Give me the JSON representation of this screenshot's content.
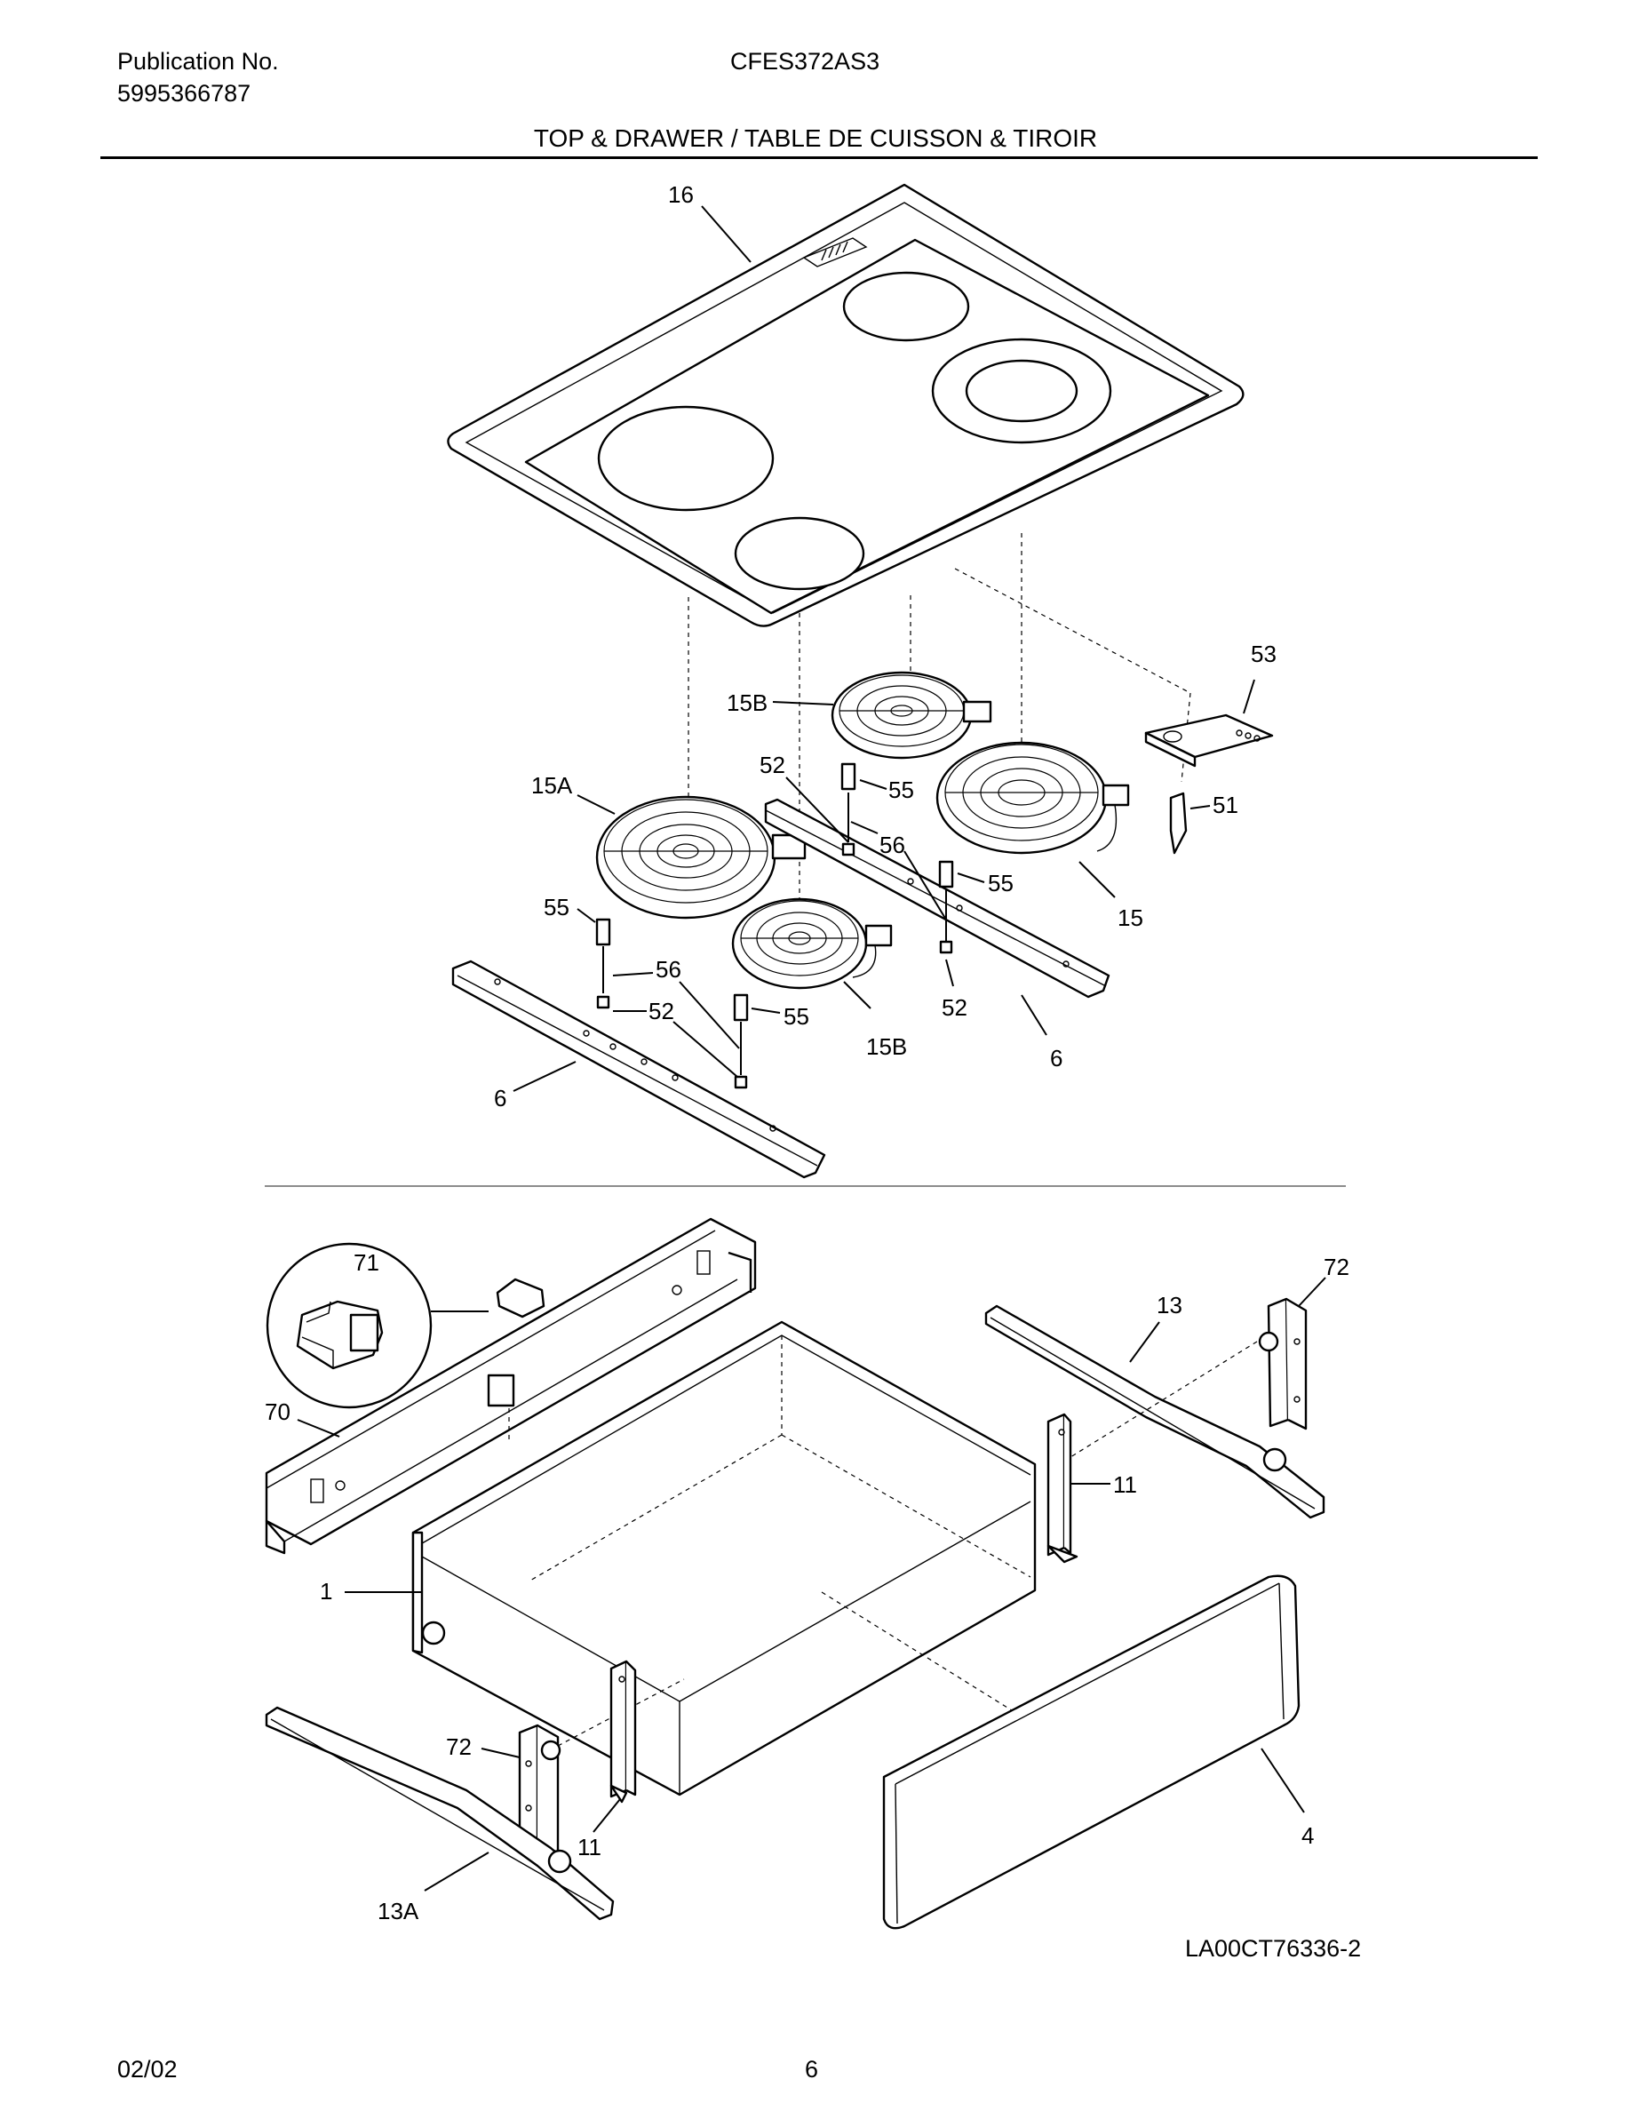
{
  "header": {
    "publication_label": "Publication No.",
    "publication_number": "5995366787",
    "model": "CFES372AS3",
    "section_title": "TOP & DRAWER / TABLE DE CUISSON & TIROIR"
  },
  "footer": {
    "date": "02/02",
    "page": "6",
    "diagram_code": "LA00CT76336-2"
  },
  "callouts": {
    "cooktop": "16",
    "element_small_rear": "15B",
    "element_large_front": "15A",
    "element_rear_right": "15",
    "element_small_front": "15B",
    "terminal_block": "53",
    "wire_connector": "51",
    "screw_top_1": "52",
    "spacer_top_1": "55",
    "screw_mid": "56",
    "spacer_mid": "55",
    "spacer_left": "55",
    "screw_left": "56",
    "nut_left": "52",
    "spacer_front": "55",
    "nut_right": "52",
    "bracket_front": "6",
    "bracket_rear": "6",
    "clip_detail": "71",
    "rail_rear": "70",
    "rail_right": "13",
    "glide_right": "72",
    "support_right": "11",
    "drawer": "1",
    "glide_left": "72",
    "support_left": "11",
    "rail_left": "13A",
    "drawer_front": "4"
  }
}
